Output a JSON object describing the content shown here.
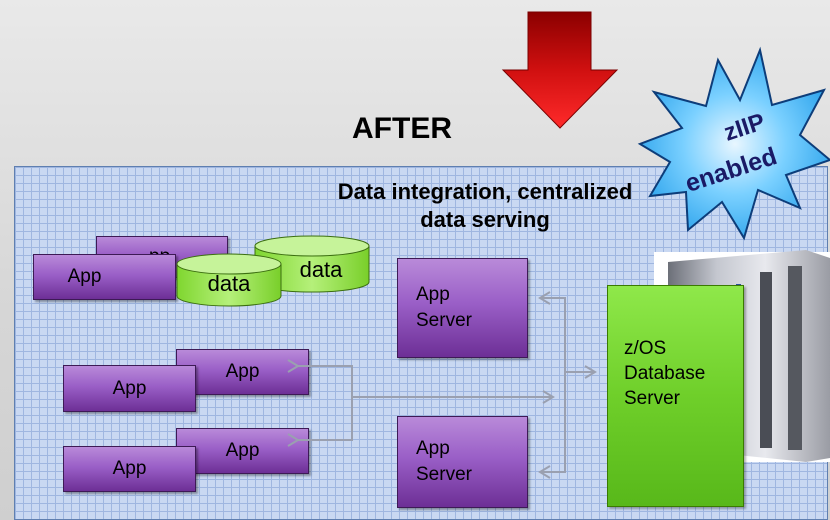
{
  "header": {
    "title": "AFTER"
  },
  "panel": {
    "subtitle_line1": "Data integration, centralized",
    "subtitle_line2": "data serving"
  },
  "badge": {
    "line1": "zIIP",
    "line2": "enabled"
  },
  "app_boxes": [
    "App",
    "App",
    "App",
    "App",
    "App"
  ],
  "app_box_partial": "pp",
  "data_cylinders": [
    "data",
    "data"
  ],
  "servers": [
    {
      "line1": "App",
      "line2": "Server"
    },
    {
      "line1": "App",
      "line2": "Server"
    }
  ],
  "database": {
    "line1": "z/OS",
    "line2": "Database",
    "line3": "Server"
  },
  "colors": {
    "app": "#9a5fc7",
    "database": "#6fcf2a",
    "arrow": "#e01010",
    "panel": "#c9d8f2"
  },
  "icons": {
    "arrow": "down-arrow-icon",
    "badge": "starburst-icon",
    "mainframe": "mainframe-icon"
  }
}
